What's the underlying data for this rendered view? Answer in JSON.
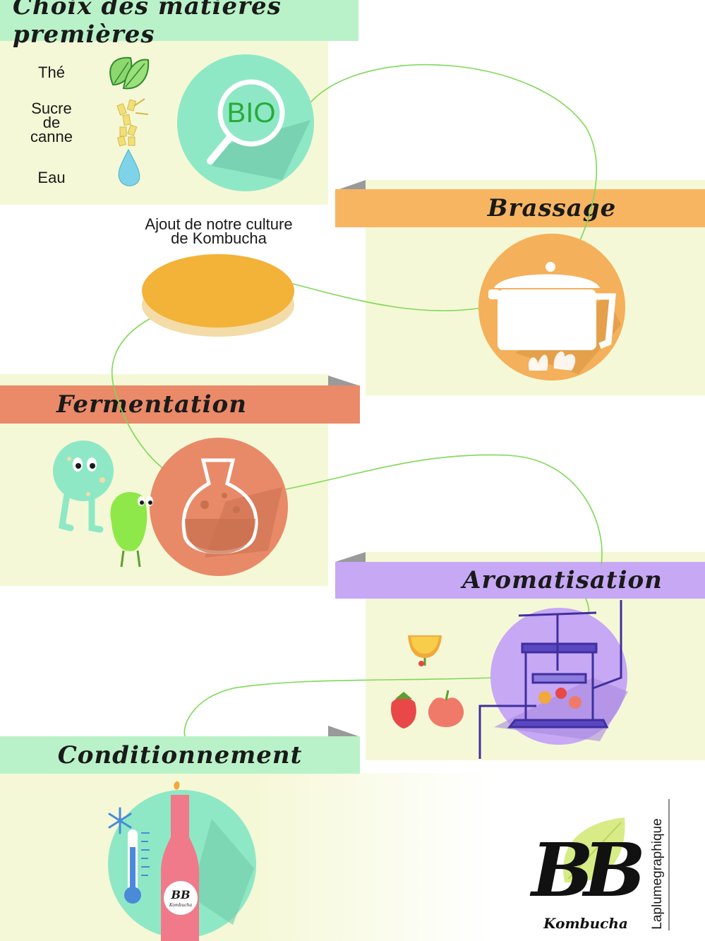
{
  "sections": {
    "choix": {
      "title": "Choix des matières premières",
      "color": "#b9f2c8"
    },
    "brassage": {
      "title": "Brassage",
      "color": "#f7b562"
    },
    "fermentation": {
      "title": "Fermentation",
      "color": "#ea8a68"
    },
    "aromatisation": {
      "title": "Aromatisation",
      "color": "#c6a8f5"
    },
    "conditionnement": {
      "title": "Conditionnement",
      "color": "#b9f2c8"
    }
  },
  "ingredients": {
    "the": "Thé",
    "sucre_line1": "Sucre",
    "sucre_line2": "de",
    "sucre_line3": "canne",
    "eau": "Eau"
  },
  "bio_label": "BIO",
  "culture": {
    "line1": "Ajout de notre culture",
    "line2": "de Kombucha"
  },
  "brand": {
    "logo_letters": "BB",
    "name": "Kombucha",
    "bottle_logo": "BB",
    "bottle_sub": "Kombucha"
  },
  "credit": "Laplumegraphique",
  "icons": [
    "leaf-icon",
    "sugar-cane-icon",
    "water-drop-icon",
    "magnifier-icon",
    "pot-icon",
    "flask-icon",
    "press-icon",
    "bottle-icon",
    "thermometer-icon",
    "snowflake-icon",
    "strawberry-icon",
    "apple-icon",
    "orange-icon",
    "microbe-icon"
  ]
}
